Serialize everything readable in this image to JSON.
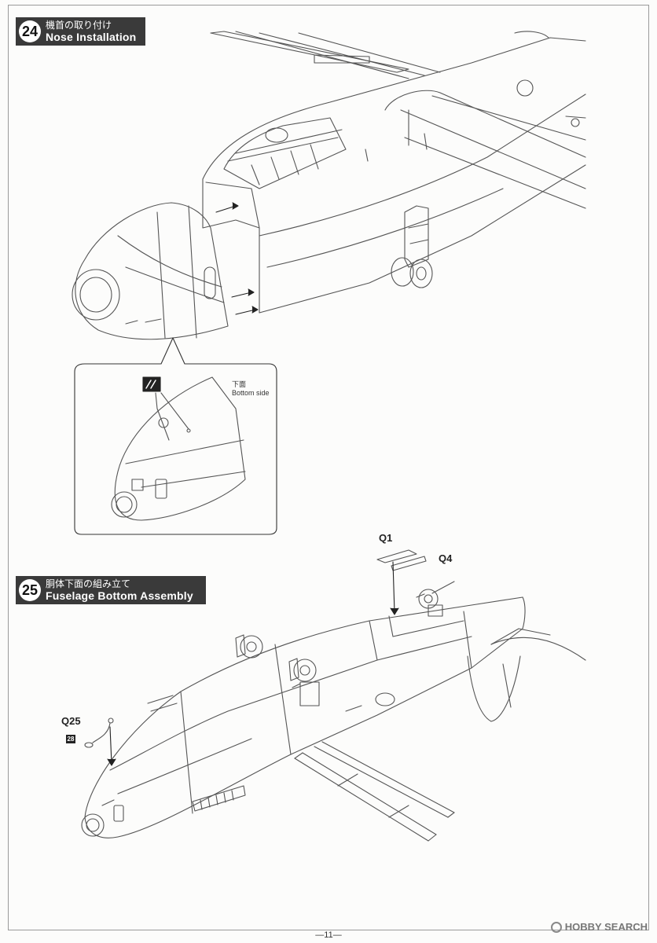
{
  "steps": [
    {
      "number": "24",
      "title_jp": "機首の取り付け",
      "title_en": "Nose Installation"
    },
    {
      "number": "25",
      "title_jp": "胴体下面の組み立て",
      "title_en": "Fuselage Bottom Assembly"
    }
  ],
  "callout": {
    "label_jp": "下面",
    "label_en": "Bottom side"
  },
  "parts": {
    "q1": "Q1",
    "q4": "Q4",
    "q25": "Q25",
    "paint_ref": "28"
  },
  "footer": {
    "page_number": "—11—",
    "watermark": "HOBBY SEARCH"
  },
  "colors": {
    "line": "#555555",
    "step_bg": "#3a3a3a"
  }
}
